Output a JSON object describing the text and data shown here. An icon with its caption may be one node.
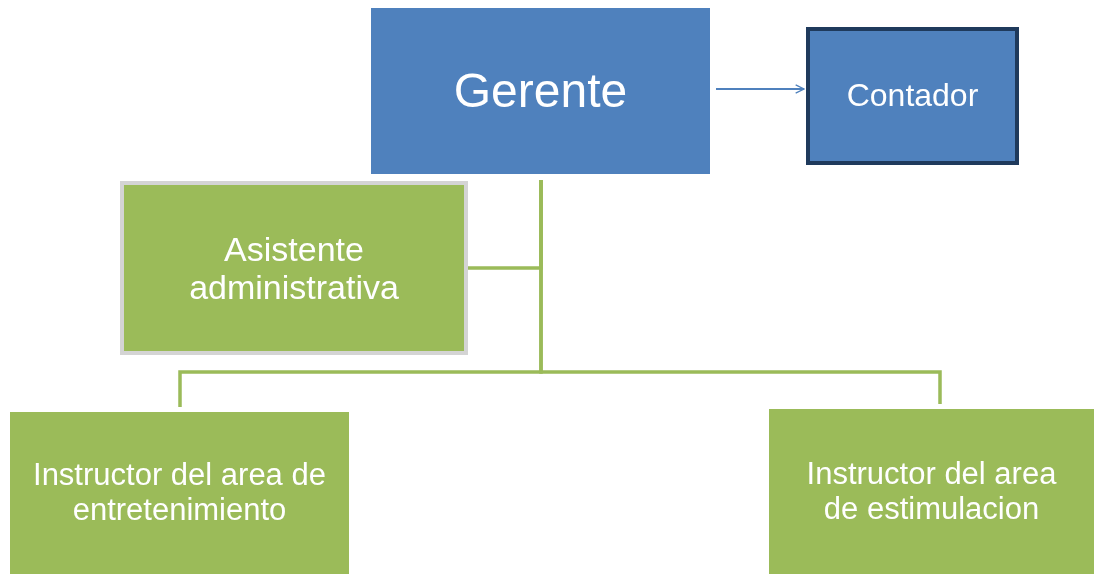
{
  "diagram": {
    "nodes": [
      {
        "text": [
          "Gerente"
        ]
      },
      {
        "text": [
          "Contador"
        ]
      },
      {
        "text": [
          "Asistente administrativa"
        ]
      },
      {
        "text": [
          "Instructor del area de entretenimiento"
        ]
      },
      {
        "text": [
          "Instructor del area de estimulacion"
        ]
      }
    ],
    "edges": [
      {
        "from": 0,
        "to": 1,
        "arrow": "to",
        "color": "#4f81bd"
      },
      {
        "from": 0,
        "to": 2,
        "arrow": "none"
      },
      {
        "from": 0,
        "to": 3,
        "arrow": "none"
      },
      {
        "from": 0,
        "to": 4,
        "arrow": "none"
      }
    ]
  }
}
